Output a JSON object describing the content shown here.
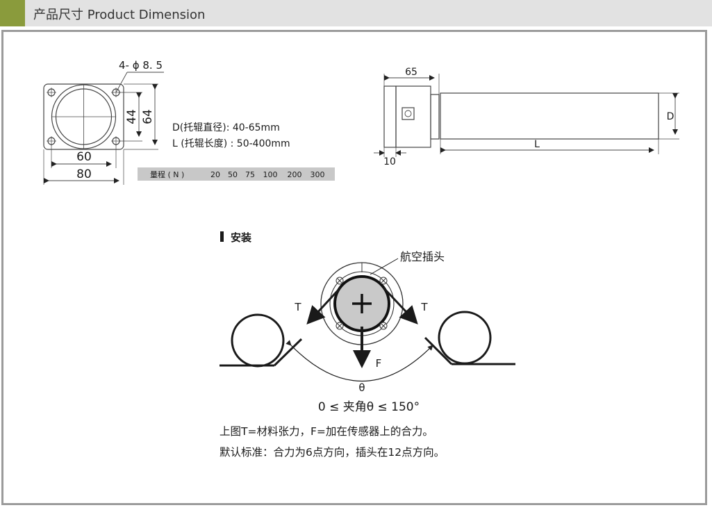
{
  "header": {
    "title": "产品尺寸 Product Dimension",
    "accent_color": "#8a9b3c",
    "bar_color": "#e2e2e2"
  },
  "front_view": {
    "hole_label": "4- ϕ 8. 5",
    "dim_44": "44",
    "dim_64": "64",
    "dim_60": "60",
    "dim_80": "80"
  },
  "specs": {
    "d_line": "D(托辊直径): 40-65mm",
    "l_line": "L (托辊长度) : 50-400mm"
  },
  "range_bar": {
    "label": "量程 ( N )",
    "values": [
      "20",
      "50",
      "75",
      "100",
      "200",
      "300"
    ],
    "bar_color": "#c8c8c8"
  },
  "side_view": {
    "dim_65": "65",
    "dim_10": "10",
    "dim_D": "D",
    "dim_L": "L"
  },
  "install": {
    "heading": "安装",
    "connector_label": "航空插头",
    "tension_left": "T",
    "tension_right": "T",
    "force_label": "F",
    "angle_label": "θ",
    "angle_range": "0 ≤ 夹角θ ≤ 150°",
    "note_1": "上图T=材料张力，F=加在传感器上的合力。",
    "note_2": "默认标准：合力为6点方向，插头在12点方向。"
  }
}
